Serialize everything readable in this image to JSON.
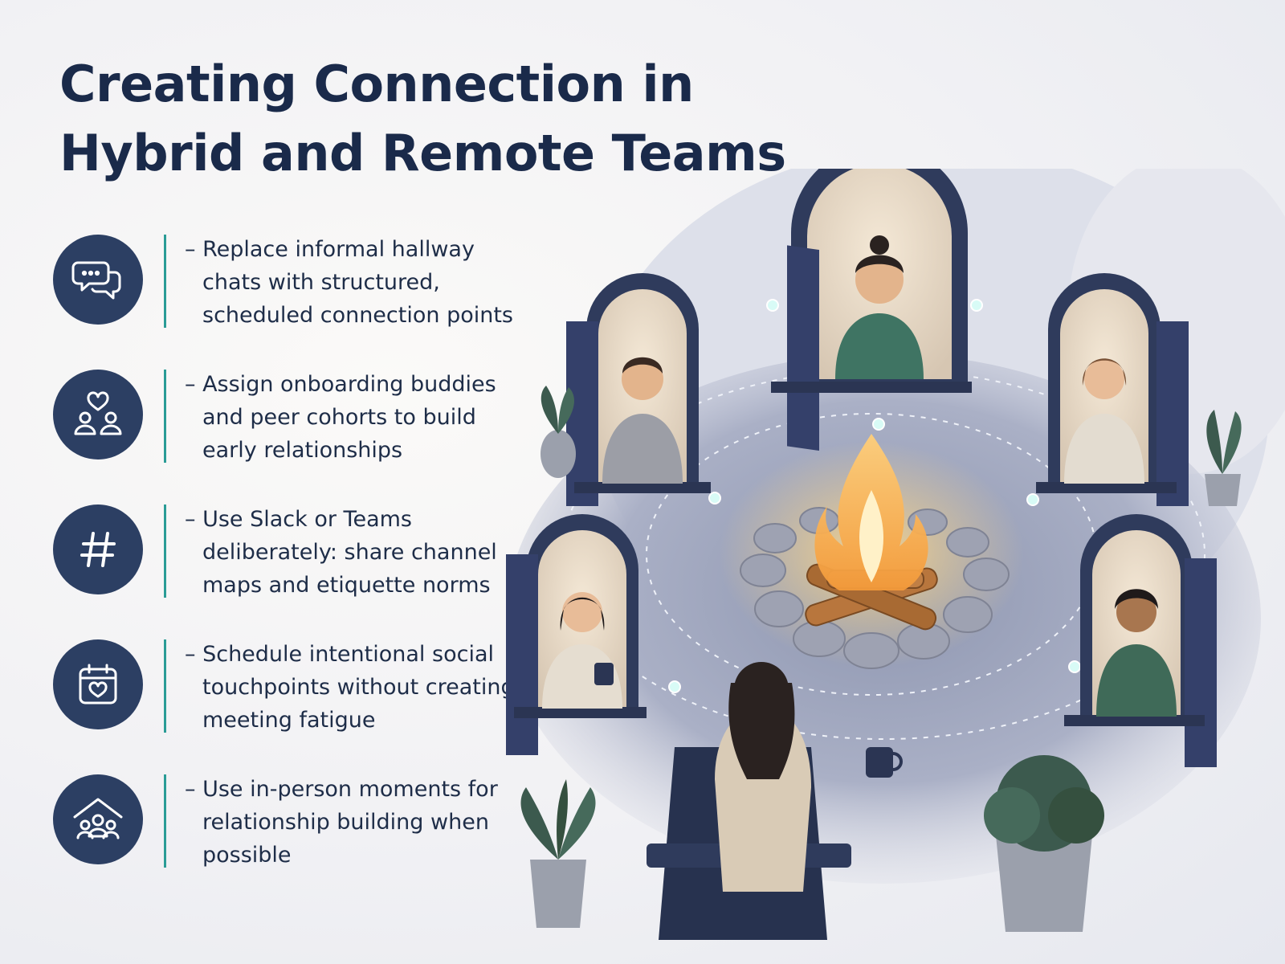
{
  "title": {
    "line1": "Creating Connection in",
    "line2": "Hybrid and Remote Teams"
  },
  "items": [
    {
      "icon": "chat-bubbles-icon",
      "lines": [
        "– Replace informal hallway",
        "chats with structured,",
        "scheduled connection points"
      ]
    },
    {
      "icon": "buddies-heart-icon",
      "lines": [
        "– Assign onboarding buddies",
        "and peer cohorts to build",
        "early relationships"
      ]
    },
    {
      "icon": "hashtag-icon",
      "lines": [
        "– Use Slack or Teams",
        "deliberately: share channel",
        "maps and etiquette norms"
      ]
    },
    {
      "icon": "calendar-heart-icon",
      "lines": [
        "– Schedule intentional social",
        "touchpoints without creating",
        "meeting fatigue"
      ]
    },
    {
      "icon": "home-people-icon",
      "lines": [
        "– Use in-person moments for",
        "relationship building when",
        "possible"
      ]
    }
  ],
  "colors": {
    "title": "#1a2a4a",
    "icon_bg": "#2c3f63",
    "divider": "#2a9c96",
    "text": "#1e2d48",
    "door": "#2f3b5c",
    "fire": "#f6b14a"
  }
}
